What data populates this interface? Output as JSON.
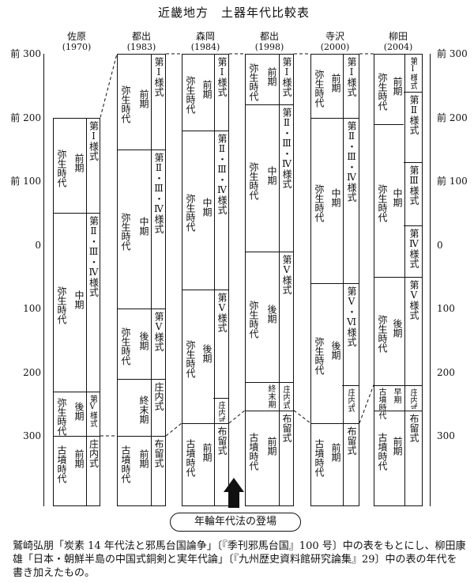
{
  "title": "近畿地方　土器年代比較表",
  "axis": {
    "left_ticks": [
      "前 300",
      "前 200",
      "前 100",
      "0",
      "100",
      "200",
      "300"
    ],
    "right_ticks": [
      "前 300",
      "前 200",
      "前 100",
      "0",
      "100",
      "200",
      "300"
    ],
    "tick_values": [
      -300,
      -200,
      -100,
      0,
      100,
      200,
      300
    ]
  },
  "columns": [
    {
      "name": "佐原",
      "year": "(1970)",
      "periods": [
        {
          "label": "弥生時代",
          "sub": "前期",
          "start": -200,
          "end": -50
        },
        {
          "label": "弥生時代",
          "sub": "中期",
          "start": -50,
          "end": 230
        },
        {
          "label": "弥生時代",
          "sub": "後期",
          "start": 230,
          "end": 300
        },
        {
          "label": "古墳時代",
          "sub": "前期",
          "start": 300,
          "end": 380
        }
      ],
      "styles": [
        {
          "label": "第Ⅰ様式",
          "start": -200,
          "end": -50
        },
        {
          "label": "第Ⅱ・Ⅲ・Ⅳ様式",
          "start": -50,
          "end": 230
        },
        {
          "label": "第Ⅴ様式",
          "start": 230,
          "end": 300
        },
        {
          "label": "庄内式",
          "start": 300,
          "end": 380
        }
      ]
    },
    {
      "name": "都出",
      "year": "(1983)",
      "periods": [
        {
          "label": "弥生時代",
          "sub": "前期",
          "start": -300,
          "end": -150
        },
        {
          "label": "弥生時代",
          "sub": "中期",
          "start": -150,
          "end": 100
        },
        {
          "label": "弥生時代",
          "sub": "後期",
          "start": 100,
          "end": 210
        },
        {
          "label": "",
          "sub": "終末期",
          "start": 210,
          "end": 300
        },
        {
          "label": "古墳時代",
          "sub": "前期",
          "start": 300,
          "end": 380
        }
      ],
      "styles": [
        {
          "label": "第Ⅰ様式",
          "start": -300,
          "end": -150
        },
        {
          "label": "第Ⅱ・Ⅲ・Ⅳ様式",
          "start": -150,
          "end": 100
        },
        {
          "label": "第Ⅴ様式",
          "start": 100,
          "end": 210
        },
        {
          "label": "庄内式",
          "start": 210,
          "end": 300
        },
        {
          "label": "布留式",
          "start": 300,
          "end": 380
        }
      ]
    },
    {
      "name": "森岡",
      "year": "(1984)",
      "periods": [
        {
          "label": "弥生時代",
          "sub": "前期",
          "start": -300,
          "end": -180
        },
        {
          "label": "弥生時代",
          "sub": "中期",
          "start": -180,
          "end": 70
        },
        {
          "label": "弥生時代",
          "sub": "後期",
          "start": 70,
          "end": 280
        },
        {
          "label": "古墳時代",
          "sub": "前期",
          "start": 280,
          "end": 380
        }
      ],
      "styles": [
        {
          "label": "第Ⅰ様式",
          "start": -300,
          "end": -180
        },
        {
          "label": "第Ⅱ・Ⅲ・Ⅳ様式",
          "start": -180,
          "end": 70
        },
        {
          "label": "第Ⅴ様式",
          "start": 70,
          "end": 240
        },
        {
          "label": "庄内式",
          "start": 240,
          "end": 280
        },
        {
          "label": "布留式",
          "start": 280,
          "end": 380
        }
      ]
    },
    {
      "name": "都出",
      "year": "(1998)",
      "periods": [
        {
          "label": "弥生時代",
          "sub": "前期",
          "start": -300,
          "end": -220
        },
        {
          "label": "弥生時代",
          "sub": "中期",
          "start": -220,
          "end": 10
        },
        {
          "label": "弥生時代",
          "sub": "後期",
          "start": 10,
          "end": 215
        },
        {
          "label": "",
          "sub": "終末期",
          "start": 215,
          "end": 260
        },
        {
          "label": "古墳時代",
          "sub": "前期",
          "start": 260,
          "end": 380
        }
      ],
      "styles": [
        {
          "label": "第Ⅰ様式",
          "start": -300,
          "end": -220
        },
        {
          "label": "第Ⅱ・Ⅲ・Ⅳ様式",
          "start": -220,
          "end": 10
        },
        {
          "label": "第Ⅴ様式",
          "start": 10,
          "end": 215
        },
        {
          "label": "庄内式",
          "start": 215,
          "end": 260
        },
        {
          "label": "布留式",
          "start": 260,
          "end": 380
        }
      ]
    },
    {
      "name": "寺沢",
      "year": "(2000)",
      "periods": [
        {
          "label": "弥生時代",
          "sub": "前期",
          "start": -300,
          "end": -200
        },
        {
          "label": "弥生時代",
          "sub": "中期",
          "start": -200,
          "end": 60
        },
        {
          "label": "弥生時代",
          "sub": "後期",
          "start": 60,
          "end": 280
        },
        {
          "label": "古墳時代",
          "sub": "前期",
          "start": 280,
          "end": 380
        }
      ],
      "styles": [
        {
          "label": "第Ⅰ様式",
          "start": -300,
          "end": -200
        },
        {
          "label": "第Ⅱ・Ⅲ・Ⅳ様式",
          "start": -200,
          "end": 60
        },
        {
          "label": "第Ⅴ・Ⅵ様式",
          "start": 60,
          "end": 220
        },
        {
          "label": "庄内式",
          "start": 220,
          "end": 280
        },
        {
          "label": "布留式",
          "start": 280,
          "end": 380
        }
      ]
    },
    {
      "name": "柳田",
      "year": "(2004)",
      "periods": [
        {
          "label": "弥生時代",
          "sub": "前期",
          "start": -300,
          "end": -190
        },
        {
          "label": "弥生時代",
          "sub": "中期",
          "start": -190,
          "end": 50
        },
        {
          "label": "弥生時代",
          "sub": "後期",
          "start": 50,
          "end": 220
        },
        {
          "label": "古墳時代",
          "sub": "早期",
          "start": 220,
          "end": 260
        },
        {
          "label": "古墳時代",
          "sub": "前期",
          "start": 260,
          "end": 380
        }
      ],
      "styles": [
        {
          "label": "第Ⅰ様式",
          "start": -300,
          "end": -240
        },
        {
          "label": "第Ⅱ様式",
          "start": -240,
          "end": -130
        },
        {
          "label": "第Ⅲ様式",
          "start": -130,
          "end": -30
        },
        {
          "label": "第Ⅳ様式",
          "start": -30,
          "end": 50
        },
        {
          "label": "第Ⅴ様式",
          "start": 50,
          "end": 220
        },
        {
          "label": "庄内式",
          "start": 220,
          "end": 260
        },
        {
          "label": "布留式",
          "start": 260,
          "end": 380
        }
      ]
    }
  ],
  "annotation": "年輪年代法の登場",
  "caption": "鷲崎弘朋「炭素 14 年代法と邪馬台国論争」〔『季刊邪馬台国』100 号〕中の表をもとにし、柳田康雄「日本・朝鮮半島の中国式銅剣と実年代論」〔『九州歴史資料館研究論集』29〕中の表の年代を書き加えたもの。",
  "colors": {
    "line": "#111111",
    "background": "#ffffff"
  }
}
